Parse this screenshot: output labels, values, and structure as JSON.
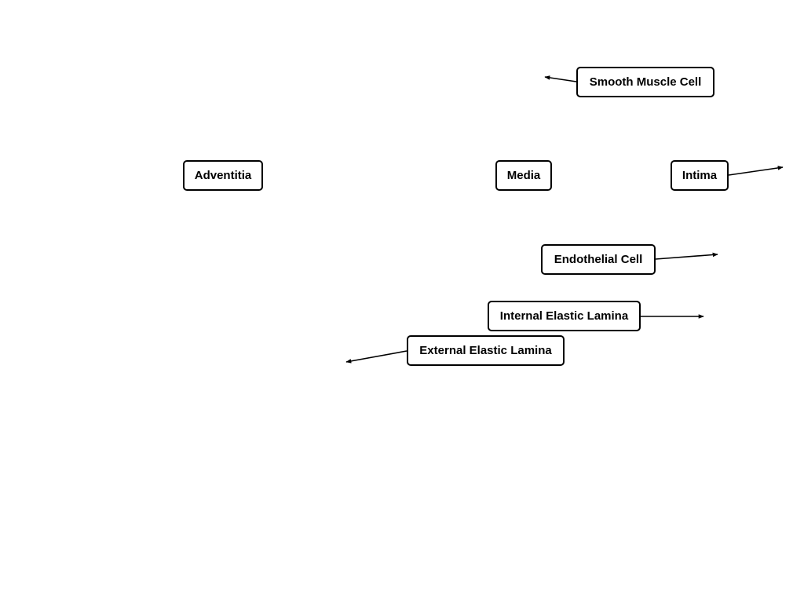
{
  "labels": {
    "smooth_muscle_cell": "Smooth Muscle Cell",
    "adventitia": "Adventitia",
    "media": "Media",
    "intima": "Intima",
    "endothelial_cell": "Endothelial Cell",
    "internal_elastic_lamina": "Internal Elastic Lamina",
    "external_elastic_lamina": "External Elastic Lamina"
  }
}
